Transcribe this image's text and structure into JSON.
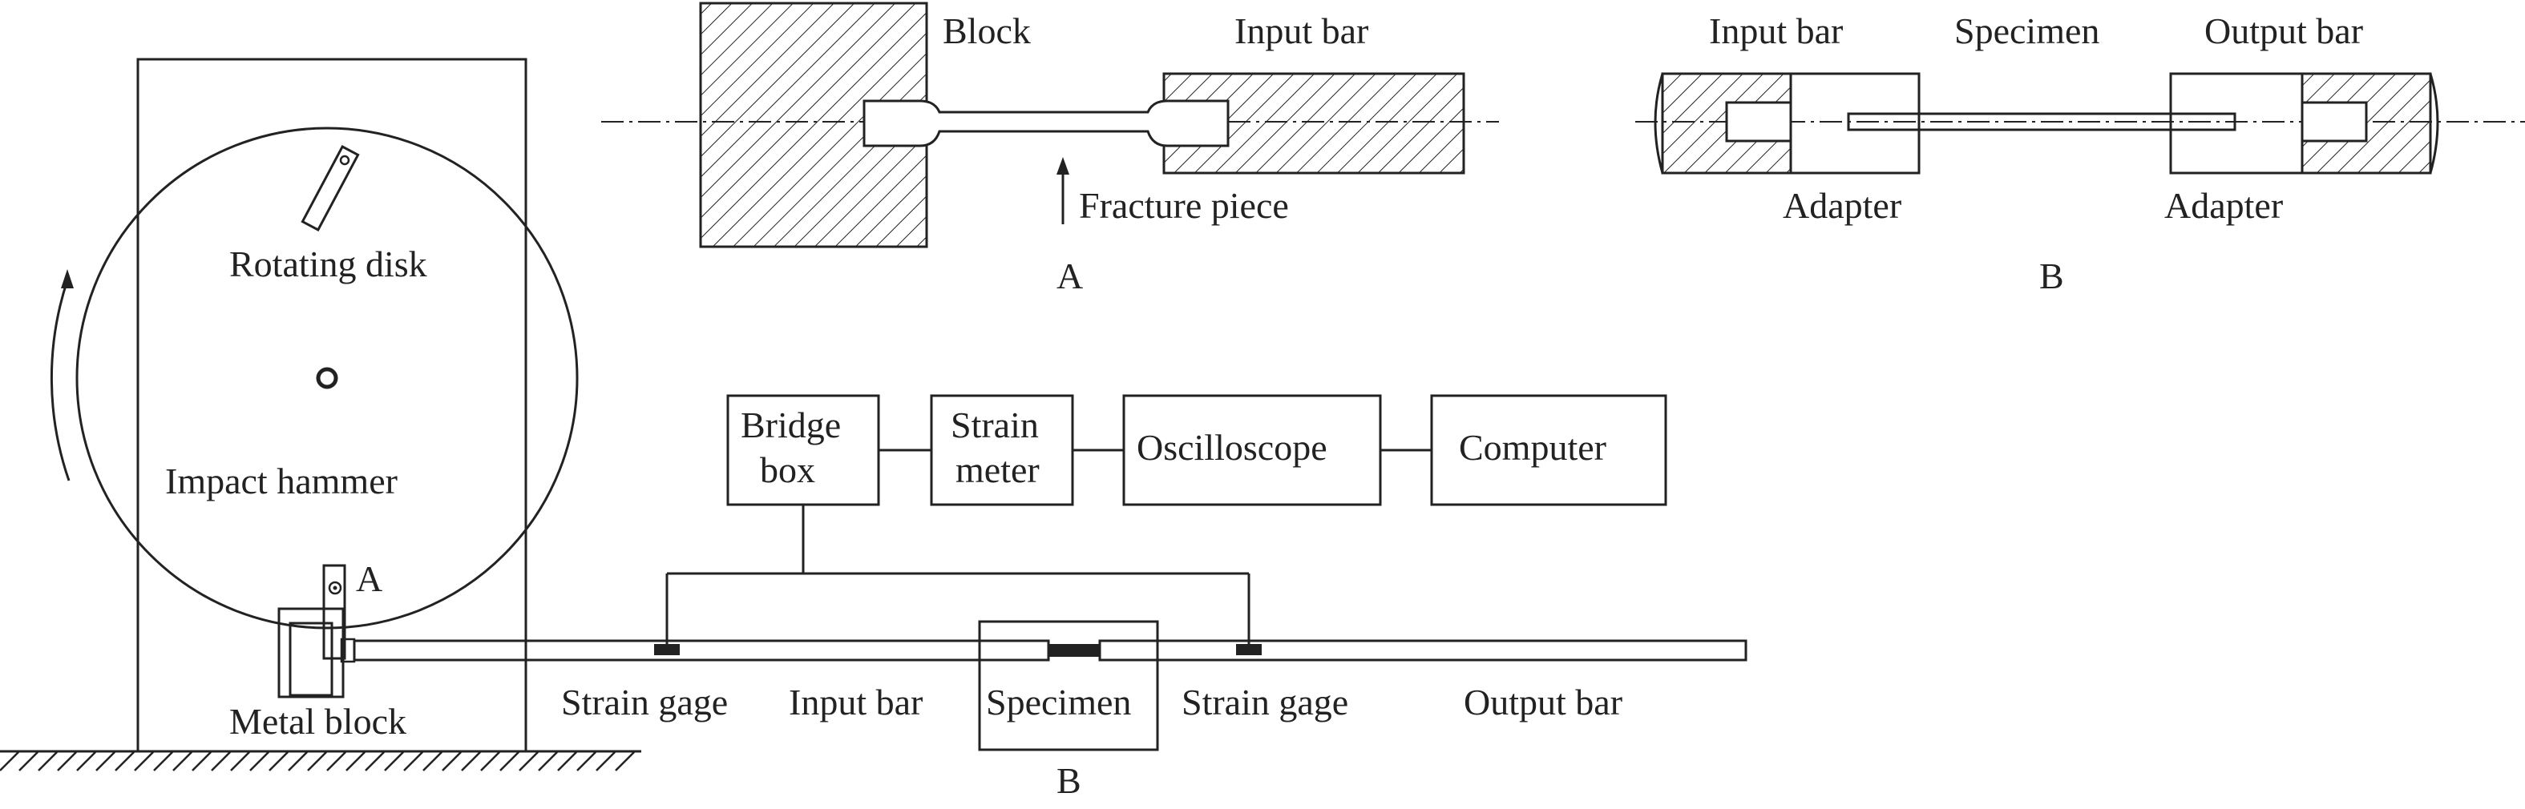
{
  "labels": {
    "rotating_disk": "Rotating disk",
    "impact_hammer": "Impact hammer",
    "metal_block": "Metal block",
    "hammer_marker": "A",
    "bridge_box_line1": "Bridge",
    "bridge_box_line2": "box",
    "strain_meter_line1": "Strain",
    "strain_meter_line2": "meter",
    "oscilloscope": "Oscilloscope",
    "computer": "Computer",
    "strain_gage_input": "Strain gage",
    "input_bar_main": "Input bar",
    "specimen_main": "Specimen",
    "strain_gage_output": "Strain gage",
    "output_bar_main": "Output bar",
    "detail_b_marker": "B",
    "detail_a_block": "Block",
    "detail_a_input_bar": "Input bar",
    "detail_a_fracture_piece": "Fracture piece",
    "detail_a_caption": "A",
    "detail_b_input_bar": "Input bar",
    "detail_b_specimen": "Specimen",
    "detail_b_output_bar": "Output bar",
    "detail_b_adapter_left": "Adapter",
    "detail_b_adapter_right": "Adapter",
    "detail_b_caption": "B"
  },
  "colors": {
    "stroke": "#222222",
    "background": "#ffffff"
  }
}
